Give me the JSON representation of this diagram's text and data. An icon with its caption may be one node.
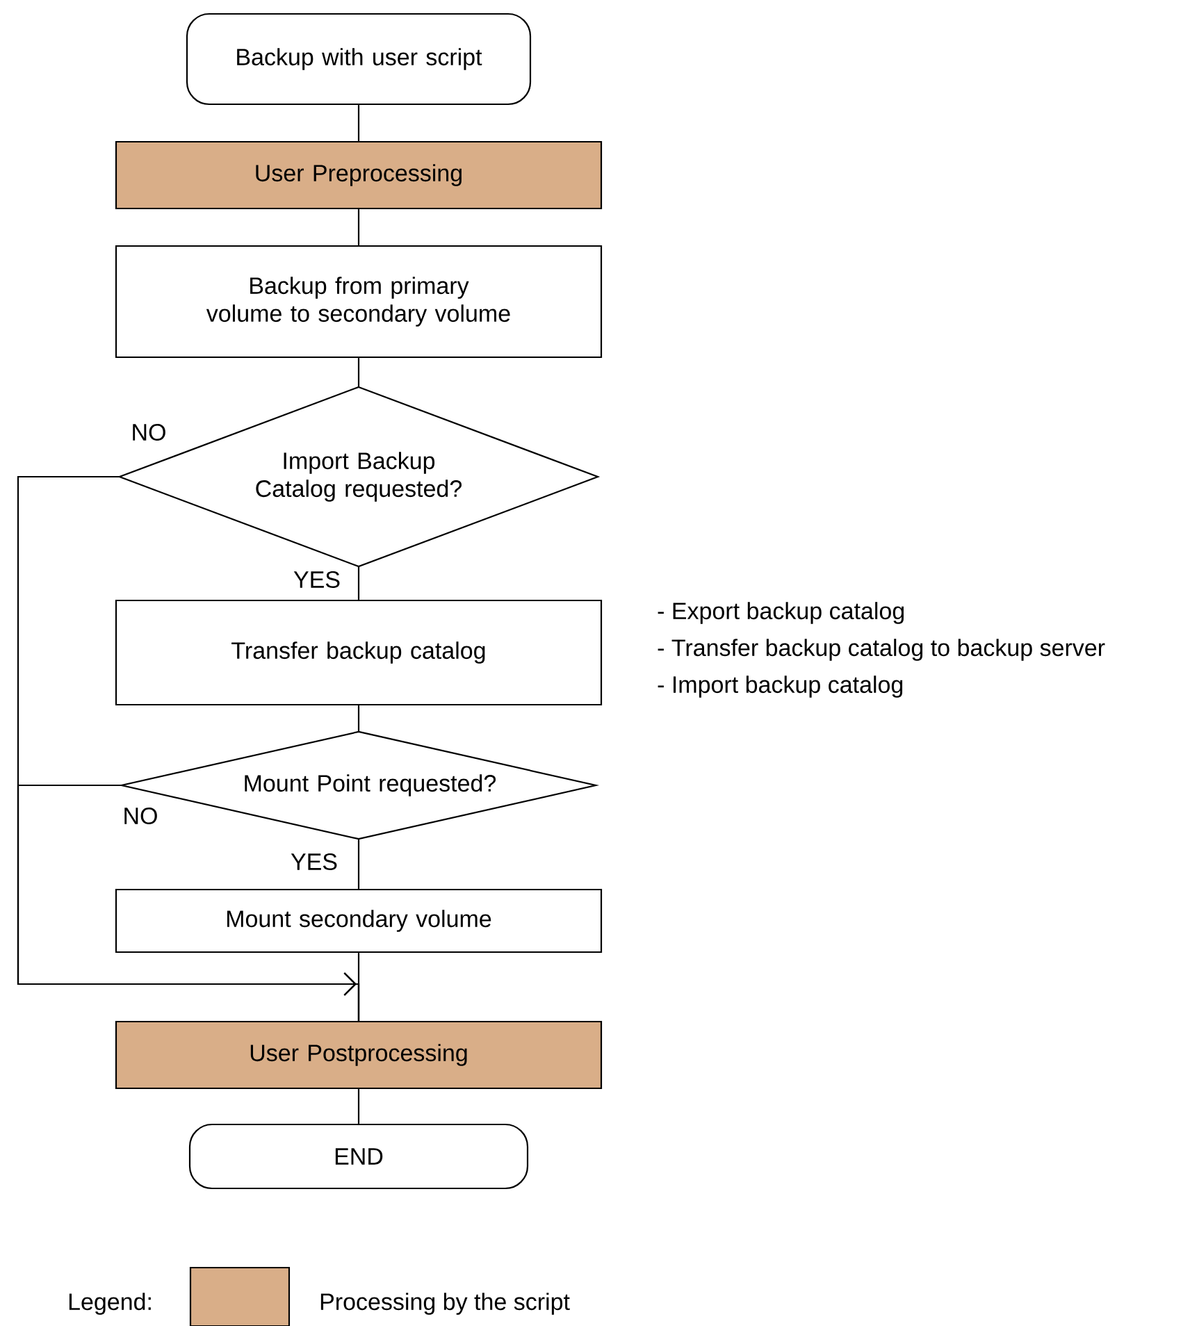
{
  "diagram": {
    "nodes": [
      {
        "text": [
          "Backup with user script"
        ]
      },
      {
        "text": [
          "User Preprocessing"
        ]
      },
      {
        "text": [
          "Backup from primary volume to secondary volume"
        ]
      },
      {
        "text": [
          "Import Backup Catalog requested?"
        ]
      },
      {
        "text": [
          "Transfer backup catalog"
        ],
        "beside": [
          "- Export backup catalog",
          "- Transfer backup catalog to backup server",
          "- Import backup catalog"
        ]
      },
      {
        "text": [
          "Mount Point requested?"
        ]
      },
      {
        "text": [
          "Mount secondary volume"
        ]
      },
      {
        "text": [
          "User Postprocessing"
        ]
      },
      {
        "text": [
          "END"
        ]
      }
    ],
    "edges": [
      {
        "from": 0,
        "to": 1,
        "arrow": "none"
      },
      {
        "from": 1,
        "to": 2,
        "arrow": "none"
      },
      {
        "from": 2,
        "to": 3,
        "arrow": "none"
      },
      {
        "from": 3,
        "to": 4,
        "arrow": "none",
        "label": "YES"
      },
      {
        "from": 3,
        "to": 7,
        "arrow": "to",
        "label": "NO"
      },
      {
        "from": 4,
        "to": 5,
        "arrow": "none"
      },
      {
        "from": 5,
        "to": 6,
        "arrow": "none",
        "label": "YES"
      },
      {
        "from": 5,
        "to": 7,
        "arrow": "to",
        "label": "NO"
      },
      {
        "from": 6,
        "to": 7,
        "arrow": "none"
      },
      {
        "from": 7,
        "to": 8,
        "arrow": "none"
      }
    ],
    "labels": [
      "Legend:"
    ],
    "legend": [
      {
        "text": "Processing by the script",
        "color": "#d9ae88"
      }
    ]
  }
}
